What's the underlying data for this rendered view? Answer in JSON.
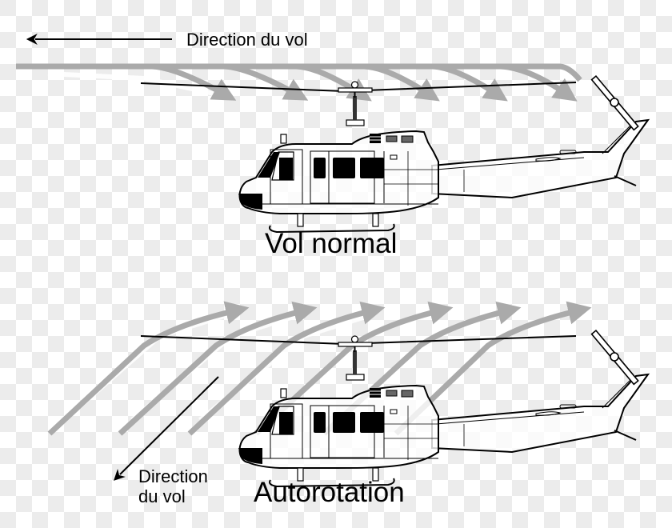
{
  "diagram": {
    "top_panel": {
      "direction_label": "Direction du vol",
      "title": "Vol normal",
      "airflow": "horizontal-then-downward-through-rotor"
    },
    "bottom_panel": {
      "direction_label": "Direction\ndu vol",
      "title": "Autorotation",
      "airflow": "upward-through-rotor"
    },
    "colors": {
      "airflow_arrow": "#aaaaaa",
      "outline": "#000000",
      "fuselage_fill": "#ffffff",
      "checker_light": "#ffffff",
      "checker_dark": "#ececec"
    }
  }
}
